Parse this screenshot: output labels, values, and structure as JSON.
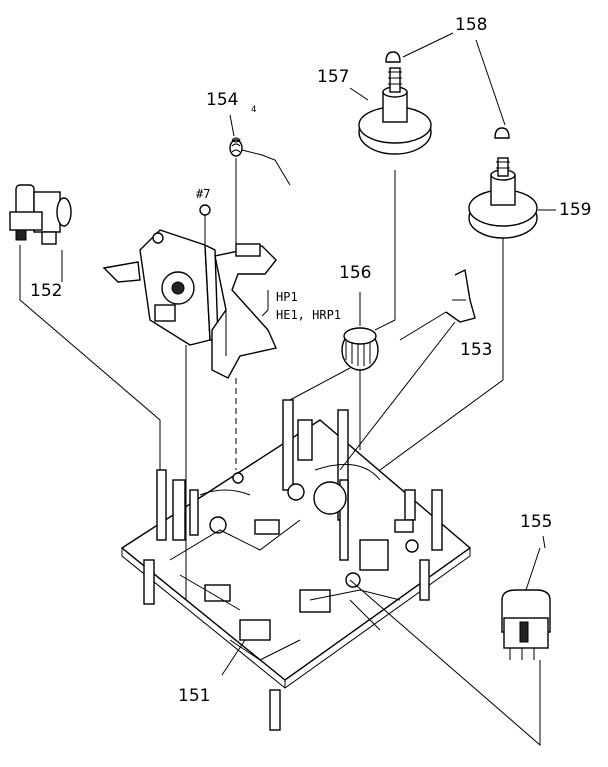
{
  "labels": {
    "p151": "151",
    "p152": "152",
    "p153": "153",
    "p154": "154",
    "p155": "155",
    "p156": "156",
    "p157": "157",
    "p158": "158",
    "p159": "159",
    "screw7": "#7",
    "small4": "4",
    "hp1": "HP1",
    "he1": "HE1, HRP1"
  }
}
